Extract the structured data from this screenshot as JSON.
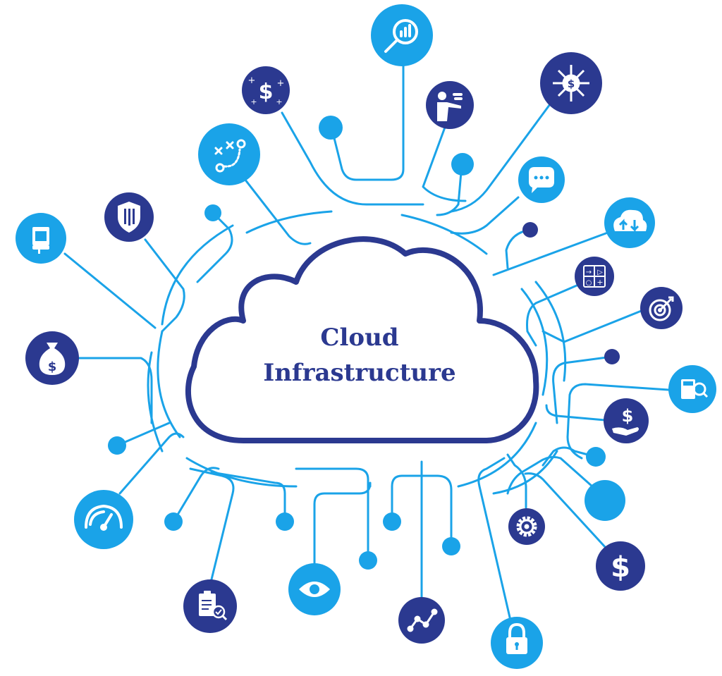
{
  "diagram": {
    "title_line1": "Cloud",
    "title_line2": "Infrastructure"
  },
  "colors": {
    "light_blue": "#1aa3e8",
    "dark_blue": "#2b3990",
    "wire": "#1aa3e8",
    "cloud_stroke": "#2b3990"
  },
  "nodes": [
    {
      "icon": "search-chart-icon",
      "color": "light_blue"
    },
    {
      "icon": "dollar-sparkle-icon",
      "color": "dark_blue"
    },
    {
      "icon": "person-presenting-icon",
      "color": "dark_blue"
    },
    {
      "icon": "dollar-network-icon",
      "color": "dark_blue"
    },
    {
      "icon": "strategy-plan-icon",
      "color": "light_blue"
    },
    {
      "icon": "chat-bubble-icon",
      "color": "light_blue"
    },
    {
      "icon": "shield-icon",
      "color": "dark_blue"
    },
    {
      "icon": "book-icon",
      "color": "light_blue"
    },
    {
      "icon": "cloud-sync-icon",
      "color": "light_blue"
    },
    {
      "icon": "calculator-icon",
      "color": "dark_blue"
    },
    {
      "icon": "target-icon",
      "color": "dark_blue"
    },
    {
      "icon": "money-bag-icon",
      "color": "dark_blue"
    },
    {
      "icon": "calculator-search-icon",
      "color": "light_blue"
    },
    {
      "icon": "dollar-hand-icon",
      "color": "dark_blue"
    },
    {
      "icon": "speedometer-icon",
      "color": "light_blue"
    },
    {
      "icon": "gear-icon",
      "color": "dark_blue"
    },
    {
      "icon": "dollar-icon",
      "color": "dark_blue"
    },
    {
      "icon": "clipboard-check-icon",
      "color": "dark_blue"
    },
    {
      "icon": "eye-icon",
      "color": "light_blue"
    },
    {
      "icon": "trend-line-icon",
      "color": "dark_blue"
    },
    {
      "icon": "padlock-icon",
      "color": "light_blue"
    }
  ]
}
